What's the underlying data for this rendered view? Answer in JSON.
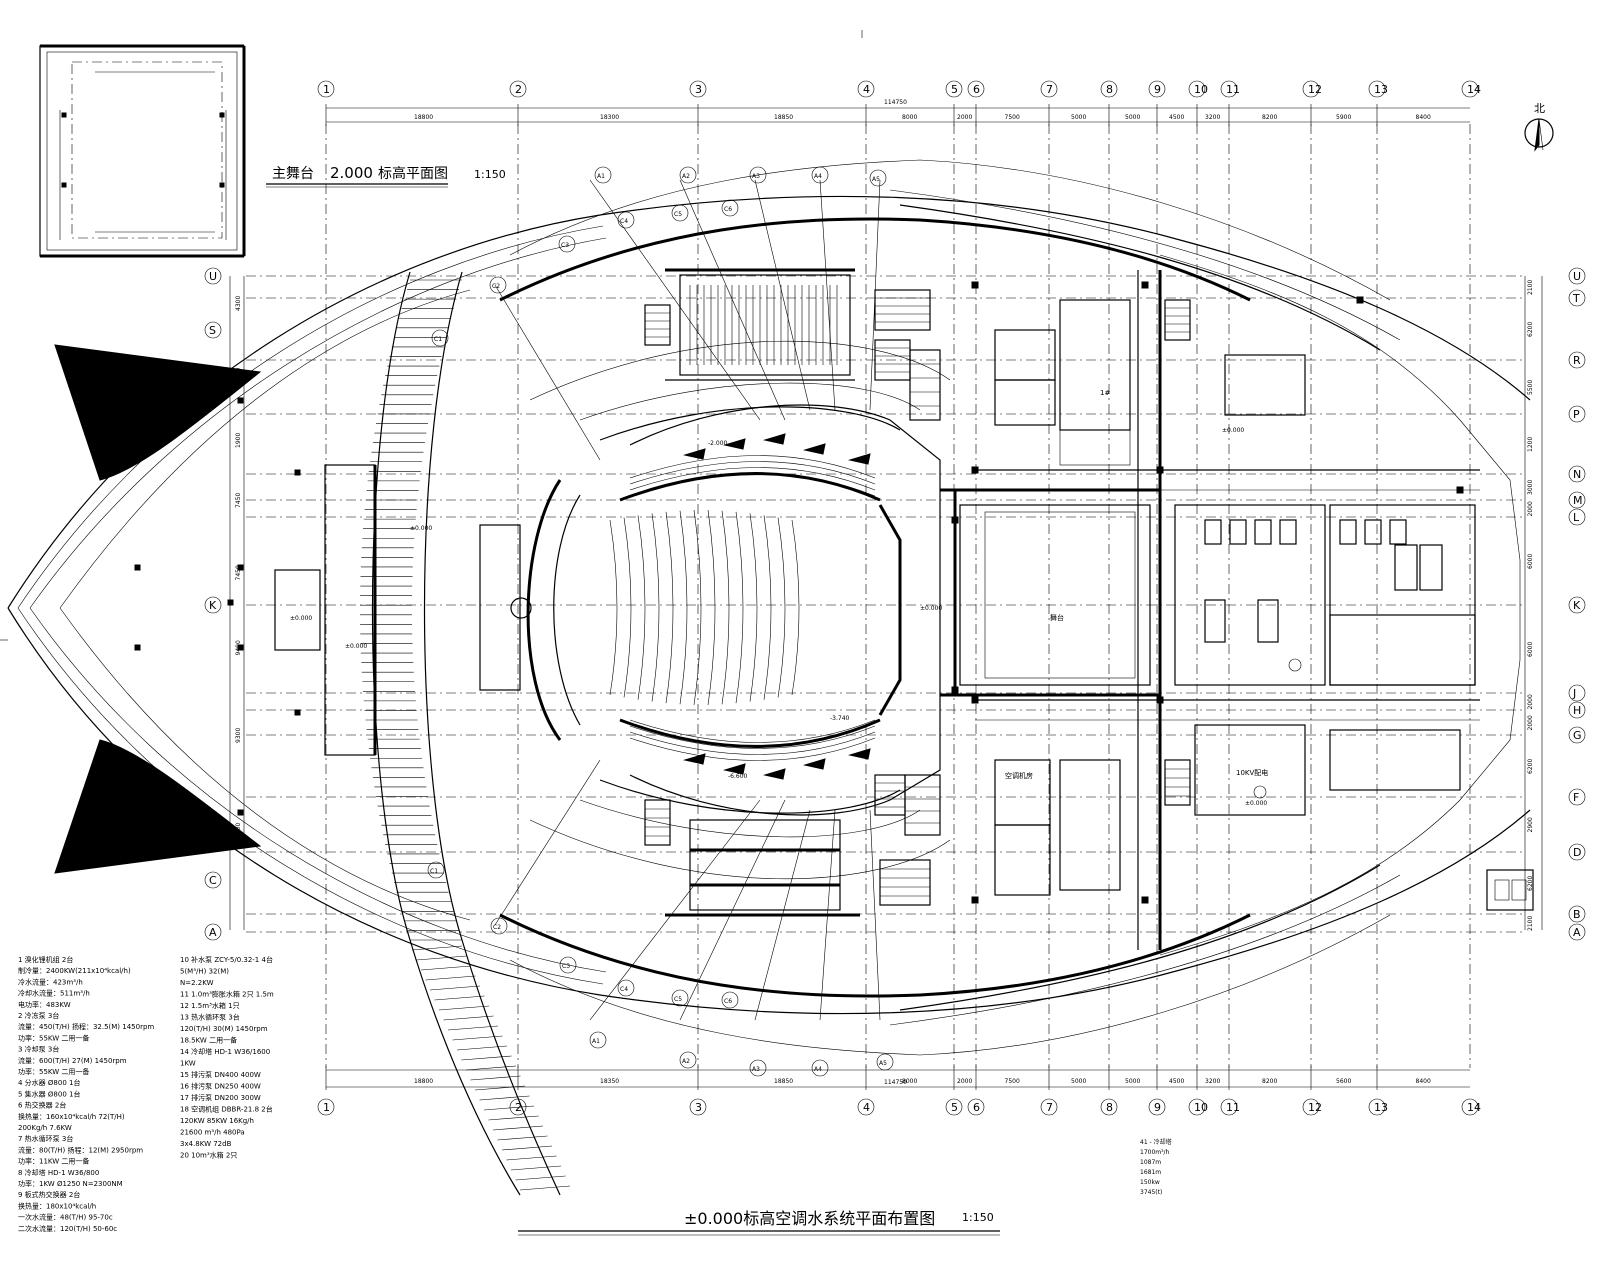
{
  "drawing": {
    "main_title": "±0.000标高空调水系统平面布置图",
    "main_scale": "1:150",
    "inset_title_prefix": "主舞台",
    "inset_title_level": "2.000",
    "inset_title_suffix": "标高平面图",
    "inset_scale": "1:150",
    "north_label": "北",
    "total_dimension": "114750"
  },
  "axes": {
    "columns": [
      "1",
      "2",
      "3",
      "4",
      "5",
      "6",
      "7",
      "8",
      "9",
      "10",
      "11",
      "12",
      "13",
      "14"
    ],
    "rows_right": [
      "U",
      "T",
      "R",
      "P",
      "N",
      "M",
      "L",
      "K",
      "J",
      "H",
      "G",
      "F",
      "D",
      "B",
      "A"
    ],
    "rows_left": [
      "U",
      "S",
      "K",
      "C",
      "A"
    ],
    "top_spacings": [
      "18800",
      "18300",
      "18850",
      "8000",
      "2000",
      "7500",
      "5000",
      "5000",
      "4500",
      "3200",
      "8200",
      "5900",
      "8400"
    ],
    "bottom_spacings": [
      "18800",
      "18350",
      "18850",
      "8000",
      "2000",
      "7500",
      "5000",
      "5000",
      "4500",
      "3200",
      "8200",
      "5600",
      "8400"
    ],
    "right_spacings": [
      "2100",
      "6200",
      "5500",
      "1200",
      "3000",
      "2000",
      "6000",
      "6000",
      "2000",
      "2000",
      "6200",
      "2900",
      "6200",
      "2100"
    ],
    "left_spacings": [
      "4300",
      "9300",
      "1900",
      "7450",
      "7450",
      "9400",
      "9300",
      "6300"
    ]
  },
  "curve_grid": [
    "A1",
    "A2",
    "A3",
    "A4",
    "A5",
    "C1",
    "C2",
    "C3",
    "C4",
    "C5",
    "C6"
  ],
  "labels": {
    "level_minus": "-6.600",
    "level_zero": "±0.000",
    "level_minus2": "-2.000",
    "level_minus3": "-3.740",
    "room_1": "1#",
    "room_2": "10KV配电",
    "room_3": "舞台",
    "room_4": "空调机房"
  },
  "equipment_legend": [
    "1 溴化锂机组  2台",
    "   制冷量：2400KW(211x10⁴kcal/h)",
    "   冷水流量：423m³/h",
    "   冷却水流量：511m³/h",
    "   电功率：483KW",
    "2 冷冻泵  3台",
    "   流量：450(T/H)  扬程：32.5(M)  1450rpm",
    "   功率：55KW  二用一备",
    "3 冷却泵  3台",
    "   流量：600(T/H)  27(M)  1450rpm",
    "   功率：55KW  二用一备",
    "4 分水器  Ø800  1台",
    "5 集水器  Ø800  1台",
    "6 热交换器  2台",
    "   换热量：160x10⁴kcal/h  72(T/H)",
    "   200Kg/h  7.6KW",
    "7 热水循环泵  3台",
    "   流量：80(T/H)  扬程：12(M)  2950rpm",
    "   功率：11KW  二用一备",
    "8 冷却塔  HD-1 W36/800",
    "   功率：1KW  Ø1250  N=2300NM",
    "9 板式热交换器  2台",
    "   换热量：180x10⁴kcal/h",
    "   一次水流量：48(T/H)  95-70c",
    "   二次水流量：120(T/H)  50-60c"
  ],
  "equipment_legend_right": [
    "10 补水泵  ZCY-5/0.32-1  4台",
    "   5(M³/H)  32(M)",
    "   N=2.2KW",
    "11 1.0m³膨胀水箱  2只  1.5m",
    "12 1.5m³水箱  1只",
    "13 热水循环泵  3台",
    "   120(T/H)  30(M)  1450rpm",
    "   18.5KW  二用一备",
    "14 冷却塔  HD-1 W36/1600",
    "   1KW",
    "15 排污泵  DN400  400W",
    "16 排污泵  DN250  400W",
    "17 排污泵  DN200  300W",
    "18 空调机组  DBBR-21.8  2台",
    "   120KW  85KW  16Kg/h",
    "   21600 m³/h  480Pa",
    "   3x4.8KW  72dB",
    "20 10m³水箱  2只"
  ],
  "legend_note": [
    "41 - 冷却塔",
    "1700m³/h",
    "1087m",
    "1681m",
    "150kw",
    "3745(t)"
  ],
  "colors": {
    "ink": "#000000",
    "paper": "#ffffff"
  }
}
